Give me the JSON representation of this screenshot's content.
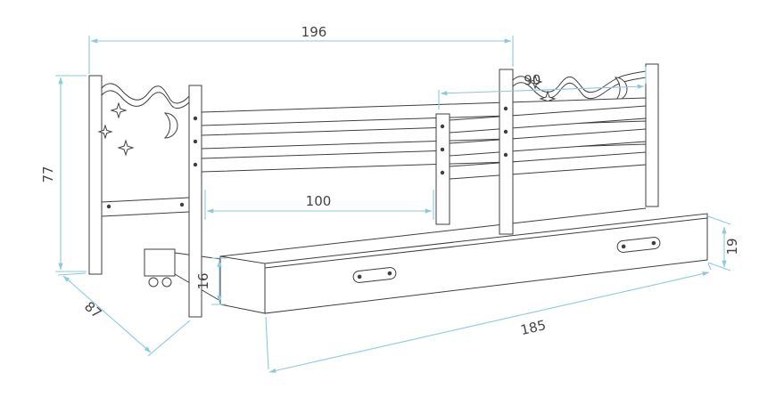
{
  "diagram": {
    "dims": {
      "bed_length_top": "196",
      "guard_rail_length": "90",
      "bed_height": "77",
      "entry_opening_length": "100",
      "bed_depth": "87",
      "drawer_front_height": "16",
      "drawer_length": "185",
      "drawer_side_height": "19"
    },
    "colors": {
      "dimension_line": "#8cc9dd",
      "dimension_text": "#444444",
      "drawing_line": "#3f3f3f",
      "background": "#ffffff"
    }
  }
}
